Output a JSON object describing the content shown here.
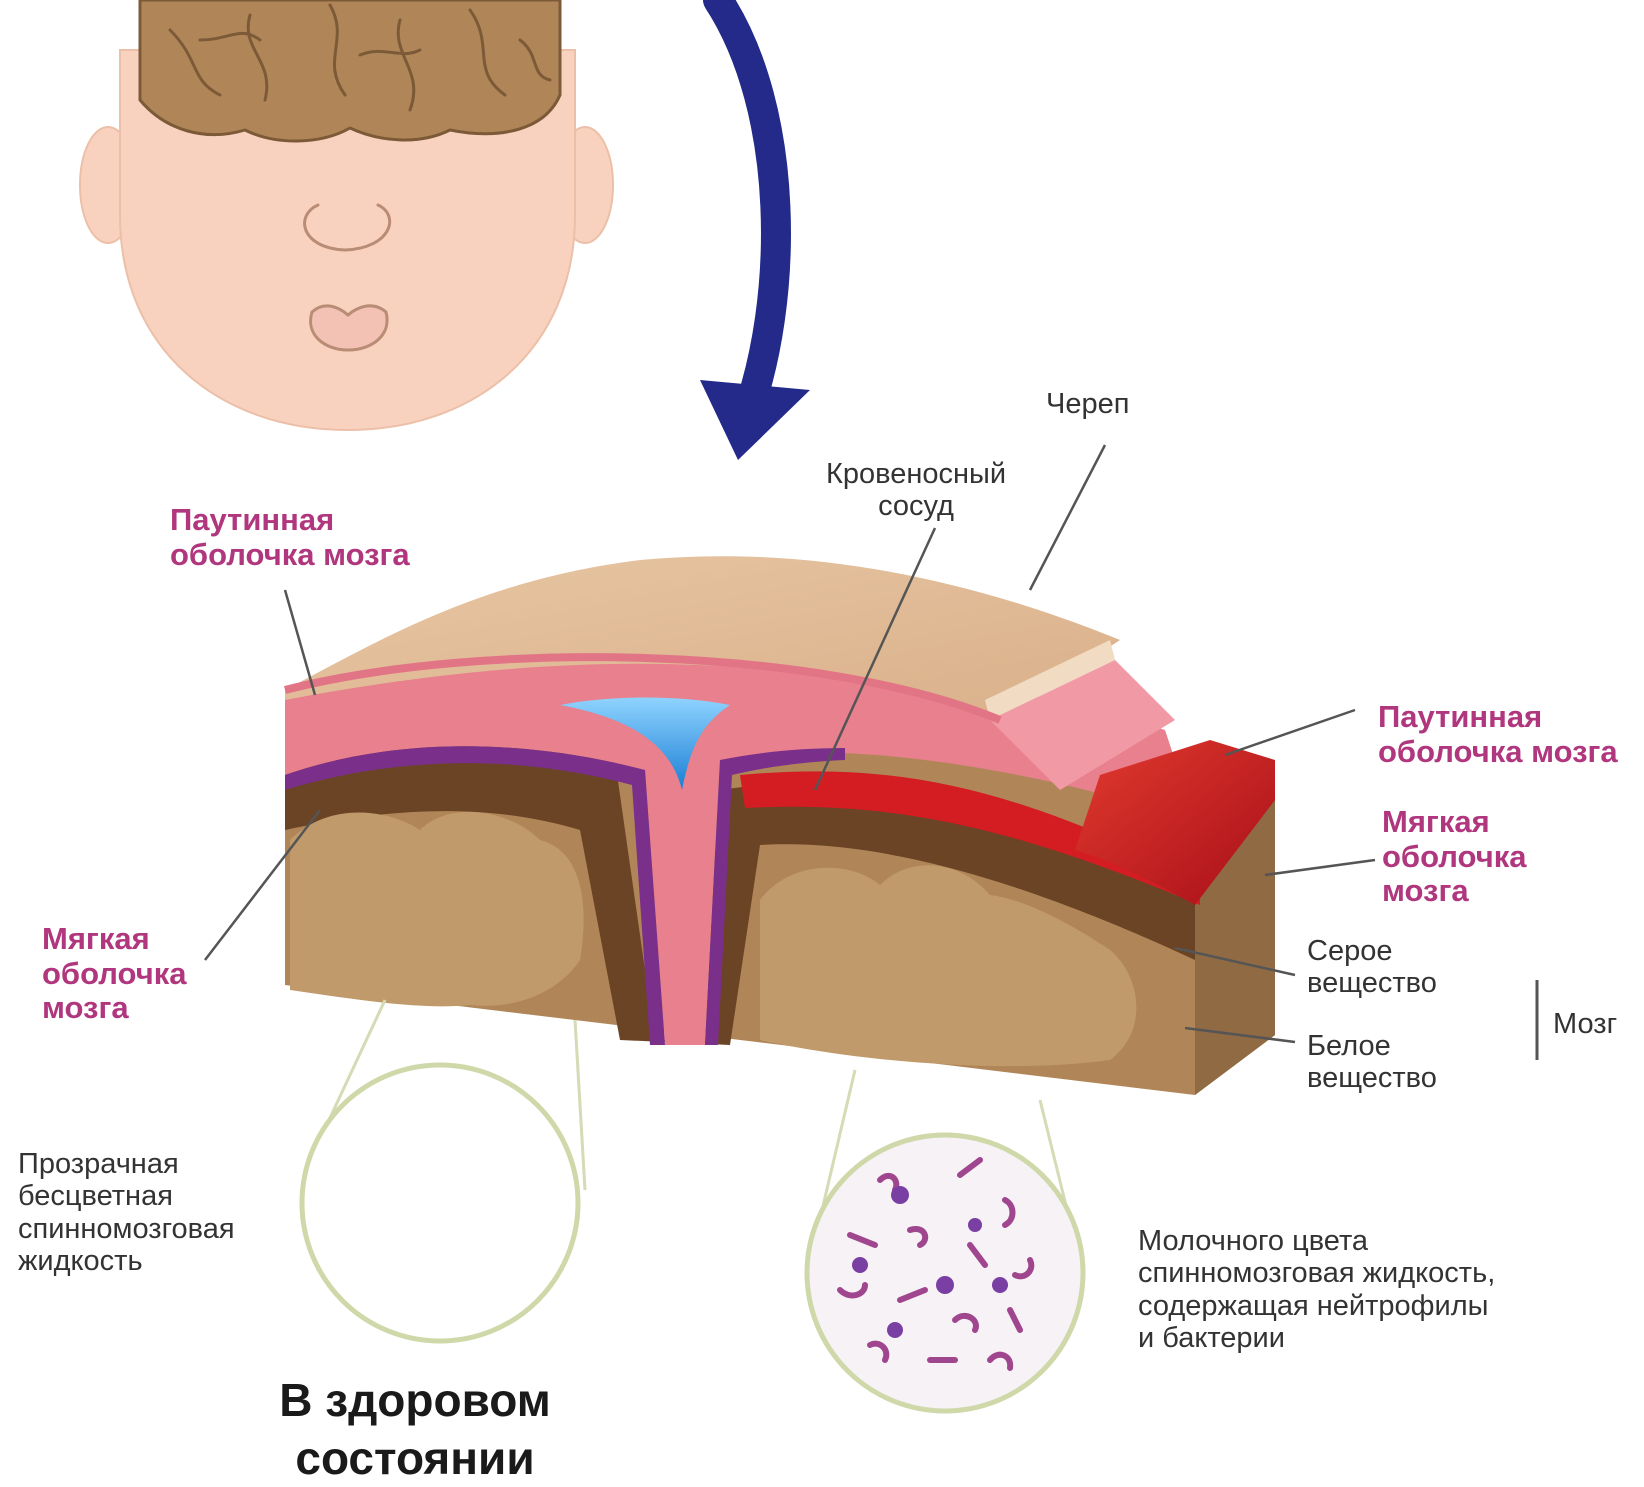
{
  "labels": {
    "skull": "Череп",
    "blood_vessel": [
      "Кровеносный",
      "сосуд"
    ],
    "arachnoid_left": [
      "Паутинная",
      "оболочка мозга"
    ],
    "arachnoid_right": [
      "Паутинная",
      "оболочка мозга"
    ],
    "pia_left": [
      "Мягкая",
      "оболочка",
      "мозга"
    ],
    "pia_right": [
      "Мягкая",
      "оболочка",
      "мозга"
    ],
    "grey_matter": [
      "Серое",
      "вещество"
    ],
    "white_matter": [
      "Белое",
      "вещество"
    ],
    "brain": "Мозг",
    "clear_csf": [
      "Прозрачная",
      "бесцветная",
      "спинномозговая",
      "жидкость"
    ],
    "milky_csf": [
      "Молочного цвета",
      "спинномозговая жидкость,",
      "содержащая нейтрофилы",
      "и бактерии"
    ],
    "healthy_caption": [
      "В здоровом",
      "состоянии"
    ]
  },
  "colors": {
    "skin": "#f9d2bf",
    "brain": "#b08658",
    "arrow": "#232a8a",
    "pink_label": "#b0367e",
    "meninges": "#e8808e",
    "inflamed": "#d31d22",
    "csf_blue": "#3e9ee6"
  }
}
